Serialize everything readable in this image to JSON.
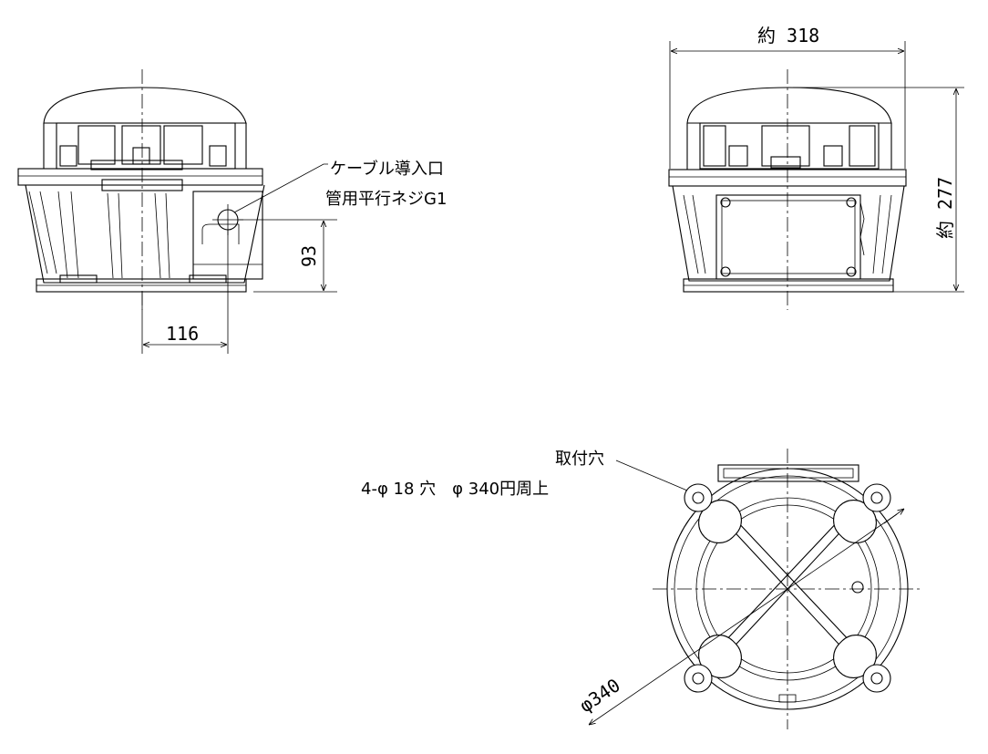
{
  "annotations": {
    "cable_entry_line1": "ケーブル導入口",
    "cable_entry_line2": "管用平行ネジG1",
    "height_93": "93",
    "width_116": "116",
    "width_318": "約 318",
    "height_277": "約 277",
    "mount_hole_line1": "取付穴",
    "mount_hole_line2": "4-φ 18 穴　φ 340円周上",
    "diameter_340": "φ340"
  },
  "colors": {
    "line": "#000000",
    "background": "#ffffff"
  }
}
